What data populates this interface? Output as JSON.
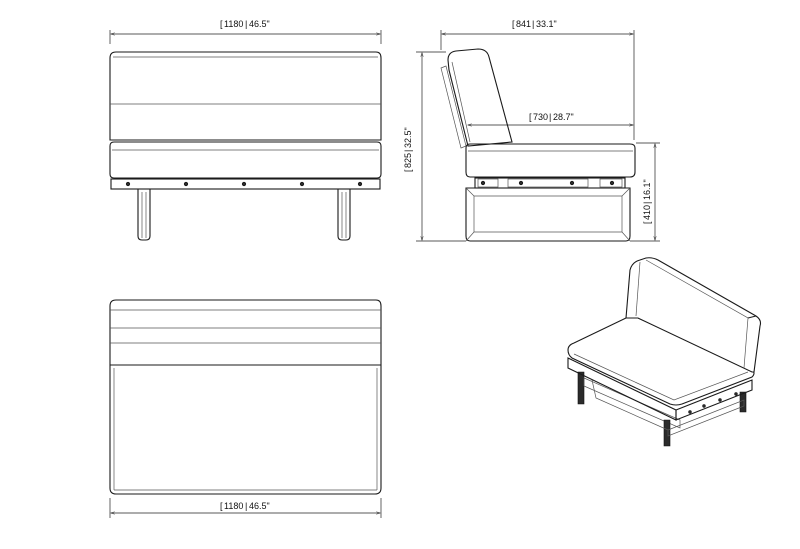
{
  "dimensions": {
    "front_width": {
      "mm": "1180",
      "inch": "46.5\""
    },
    "side_depth": {
      "mm": "841",
      "inch": "33.1\""
    },
    "seat_depth": {
      "mm": "730",
      "inch": "28.7\""
    },
    "overall_height": {
      "mm": "825",
      "inch": "32.5\""
    },
    "seat_height": {
      "mm": "410",
      "inch": "16.1\""
    },
    "top_width": {
      "mm": "1180",
      "inch": "46.5\""
    }
  },
  "colors": {
    "line": "#1a1a1a",
    "frame": "#2b2b2b",
    "background": "#ffffff"
  }
}
